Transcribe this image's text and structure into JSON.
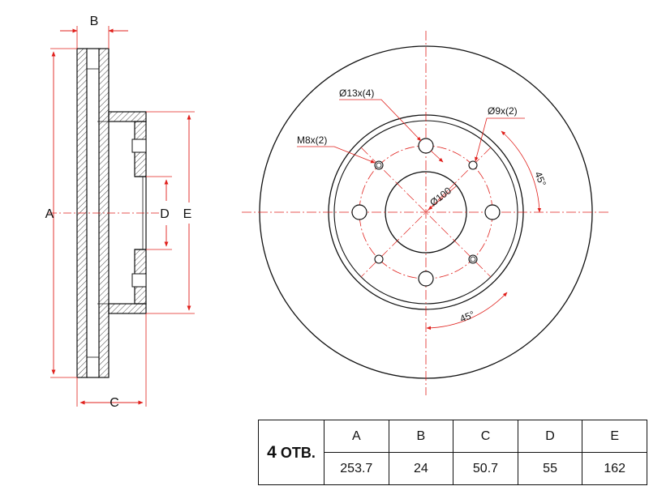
{
  "side_view": {
    "dim_a": "A",
    "dim_b": "B",
    "dim_c": "C",
    "dim_d": "D",
    "dim_e": "E"
  },
  "front_view": {
    "hole_13": "Ø13x(4)",
    "hole_9": "Ø9x(2)",
    "thread_m8": "M8x(2)",
    "pcd": "Ø100",
    "angle_upper": "45°",
    "angle_lower": "45°"
  },
  "spec_table": {
    "holes_count": "4",
    "holes_unit": "ОТВ.",
    "headers": [
      "A",
      "B",
      "C",
      "D",
      "E"
    ],
    "values": [
      "253.7",
      "24",
      "50.7",
      "55",
      "162"
    ]
  },
  "colors": {
    "dimension": "#e0201c",
    "outline": "#111111"
  }
}
